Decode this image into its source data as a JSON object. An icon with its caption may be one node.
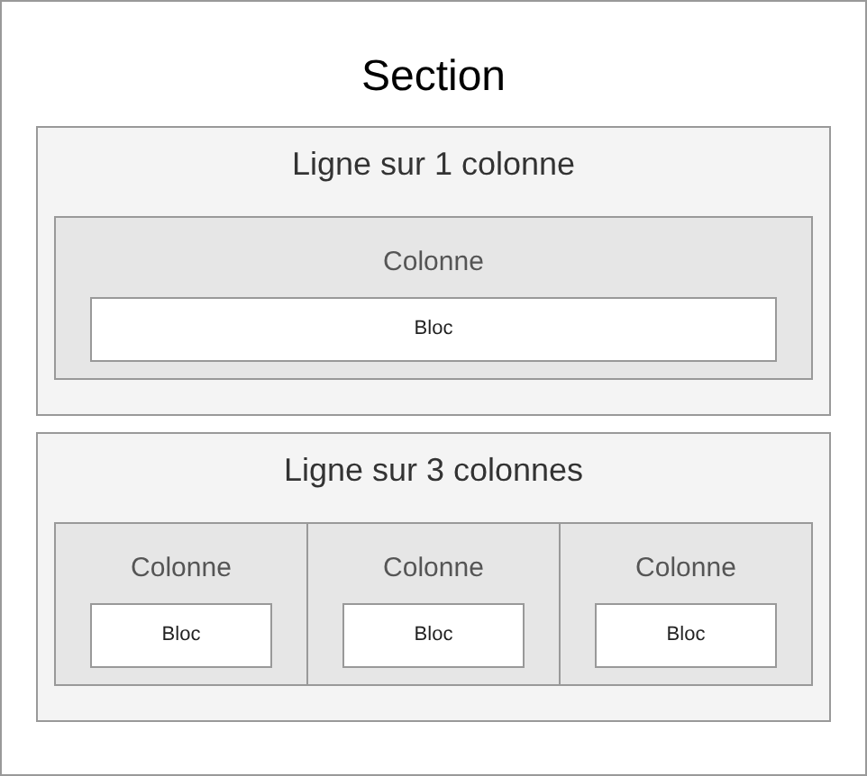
{
  "diagram": {
    "nodes": [
      {
        "text": [
          "Section"
        ]
      },
      {
        "text": [
          "Ligne sur 1 colonne"
        ],
        "in": 0
      },
      {
        "text": [
          "Colonne"
        ],
        "in": 1
      },
      {
        "text": [
          "Bloc"
        ],
        "in": 2
      },
      {
        "text": [
          "Ligne sur 3 colonnes"
        ],
        "in": 0
      },
      {
        "text": [
          "Colonne"
        ],
        "in": 4
      },
      {
        "text": [
          "Bloc"
        ],
        "in": 5
      },
      {
        "text": [
          "Colonne"
        ],
        "in": 4
      },
      {
        "text": [
          "Bloc"
        ],
        "in": 7
      },
      {
        "text": [
          "Colonne"
        ],
        "in": 4
      },
      {
        "text": [
          "Bloc"
        ],
        "in": 9
      }
    ]
  }
}
